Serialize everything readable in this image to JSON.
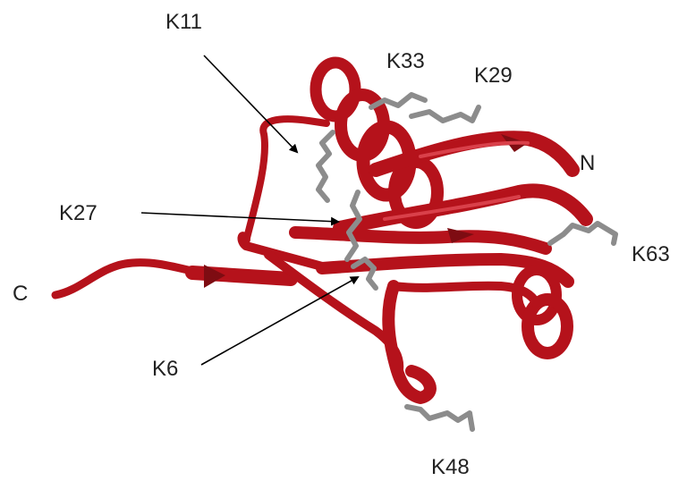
{
  "figure": {
    "residue_labels": {
      "k11": "K11",
      "k33": "K33",
      "k29": "K29",
      "k27": "K27",
      "k63": "K63",
      "k6": "K6",
      "k48": "K48"
    },
    "terminus_labels": {
      "n": "N",
      "c": "C"
    }
  },
  "colors": {
    "ribbon": "#b5121b",
    "ribbon_dark": "#7e0c12",
    "ribbon_light": "#d9404a",
    "lysine": "#8c8c8c",
    "arrow": "#000000",
    "text": "#222222"
  }
}
